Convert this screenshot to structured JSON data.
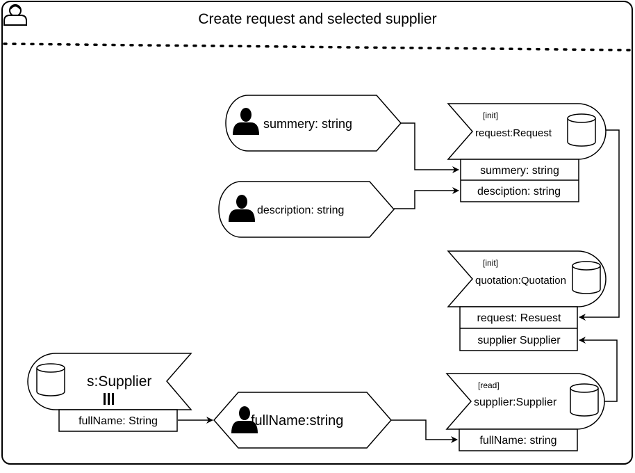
{
  "title": "Create request and selected supplier",
  "nodes": {
    "summery_input": {
      "label": "summery: string",
      "icon": "user-icon"
    },
    "description_input": {
      "label": "description: string",
      "icon": "user-icon"
    },
    "request_store": {
      "tag": "[init]",
      "label": "request:Request",
      "icon": "database-icon"
    },
    "request_fields": [
      "summery: string",
      "desciption: string"
    ],
    "quotation_store": {
      "tag": "[init]",
      "label": "quotation:Quotation",
      "icon": "database-icon"
    },
    "quotation_fields": [
      "request: Resuest",
      "supplier Supplier"
    ],
    "supplier_source": {
      "label": "s:Supplier",
      "icon": "database-icon",
      "marker": "parallel-bars-icon"
    },
    "supplier_source_field": "fullName: String",
    "fullname_input": {
      "label": "fullName:string",
      "icon": "user-icon"
    },
    "supplier_store": {
      "tag": "[read]",
      "label": "supplier:Supplier",
      "icon": "database-icon"
    },
    "supplier_store_field": "fullName: string"
  },
  "colors": {
    "stroke": "#000000",
    "background": "#ffffff"
  }
}
